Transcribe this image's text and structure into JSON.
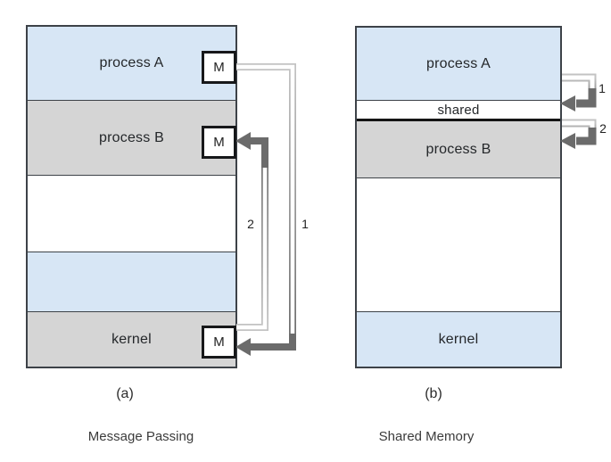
{
  "panel_a": {
    "caption": "(a)",
    "subtitle": "Message Passing",
    "sections": [
      {
        "label": "process A"
      },
      {
        "label": "process B"
      },
      {
        "label": ""
      },
      {
        "label": ""
      },
      {
        "label": "kernel"
      }
    ],
    "message_boxes": [
      {
        "label": "M",
        "location": "process A"
      },
      {
        "label": "M",
        "location": "process B"
      },
      {
        "label": "M",
        "location": "kernel"
      }
    ],
    "arrows": [
      {
        "label": "1",
        "from": "process A",
        "to": "kernel"
      },
      {
        "label": "2",
        "from": "kernel",
        "to": "process B"
      }
    ]
  },
  "panel_b": {
    "caption": "(b)",
    "subtitle": "Shared Memory",
    "sections": [
      {
        "label": "process A"
      },
      {
        "label": "shared"
      },
      {
        "label": "process B"
      },
      {
        "label": ""
      },
      {
        "label": "kernel"
      }
    ],
    "arrows": [
      {
        "label": "1",
        "from": "process A",
        "to": "shared"
      },
      {
        "label": "2",
        "from": "shared",
        "to": "process B"
      }
    ]
  },
  "colors": {
    "process_fill_blue": "#d7e6f5",
    "process_fill_gray": "#d5d5d5",
    "box_border": "#3d4248",
    "message_box_border": "#17181a",
    "arrow_dark": "#6b6b6b",
    "arrow_light": "#c3c3c3",
    "text": "#222222"
  }
}
